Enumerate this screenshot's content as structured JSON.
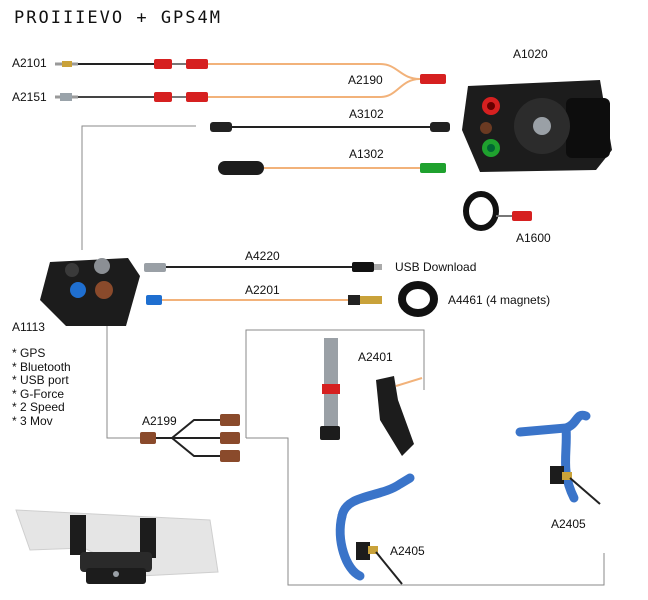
{
  "title": "PROIIIEVO + GPS4M",
  "labels": {
    "a2101": "A2101",
    "a2151": "A2151",
    "a2190": "A2190",
    "a1020": "A1020",
    "a3102": "A3102",
    "a1302": "A1302",
    "a1600": "A1600",
    "a4220": "A4220",
    "usb_download": "USB Download",
    "a2201": "A2201",
    "a4461": "A4461 (4 magnets)",
    "a1113": "A1113",
    "a2401": "A2401",
    "a2199": "A2199",
    "a2405_left": "A2405",
    "a2405_right": "A2405"
  },
  "features": [
    "* GPS",
    "* Bluetooth",
    "* USB port",
    "* G-Force",
    "* 2 Speed",
    "* 3 Mov"
  ],
  "colors": {
    "background": "#ffffff",
    "cable_dark": "#222222",
    "cable_orange": "#f2b27a",
    "connector_red": "#d62020",
    "connector_green": "#1fa12e",
    "connector_blue": "#1f6fd0",
    "connector_brown": "#8a4a2b",
    "bar_blue": "#3a74c9",
    "frame_line": "#888888",
    "device_body": "#1c1c1c"
  }
}
